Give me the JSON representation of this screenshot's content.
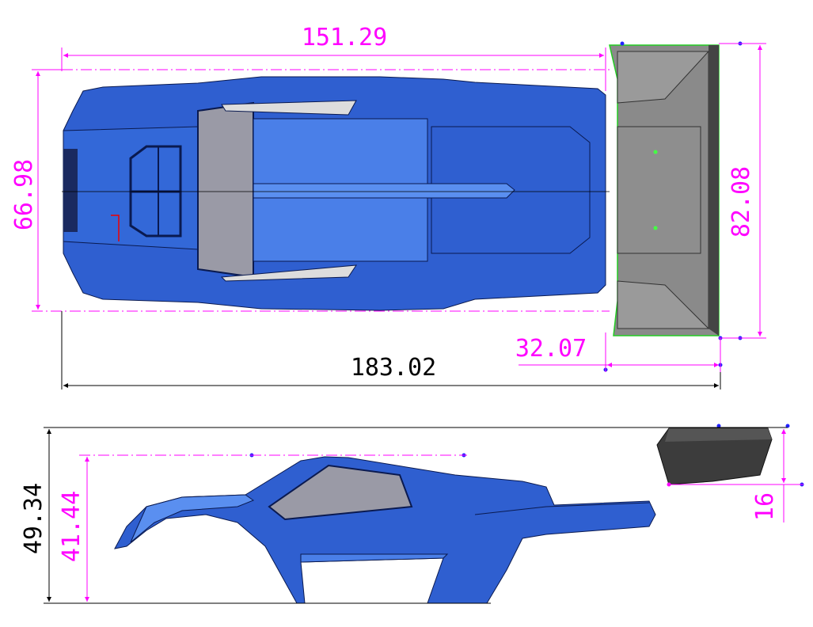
{
  "colors": {
    "dimension_magenta": "#ff00ff",
    "dimension_black": "#000000",
    "body_blue": "#2f5fd0",
    "body_blue_light": "#4a7fe8",
    "body_blue_dark": "#1d3f9a",
    "wing_gray": "#8a8a8a",
    "window_gray": "#9a9aa6"
  },
  "top_view": {
    "dimensions": {
      "body_length": "151.29",
      "body_width": "66.98",
      "wing_span": "82.08",
      "wing_depth": "32.07",
      "overall_length": "183.02"
    }
  },
  "side_view": {
    "dimensions": {
      "overall_height": "49.34",
      "body_height": "41.44",
      "wing_height": "16"
    }
  }
}
